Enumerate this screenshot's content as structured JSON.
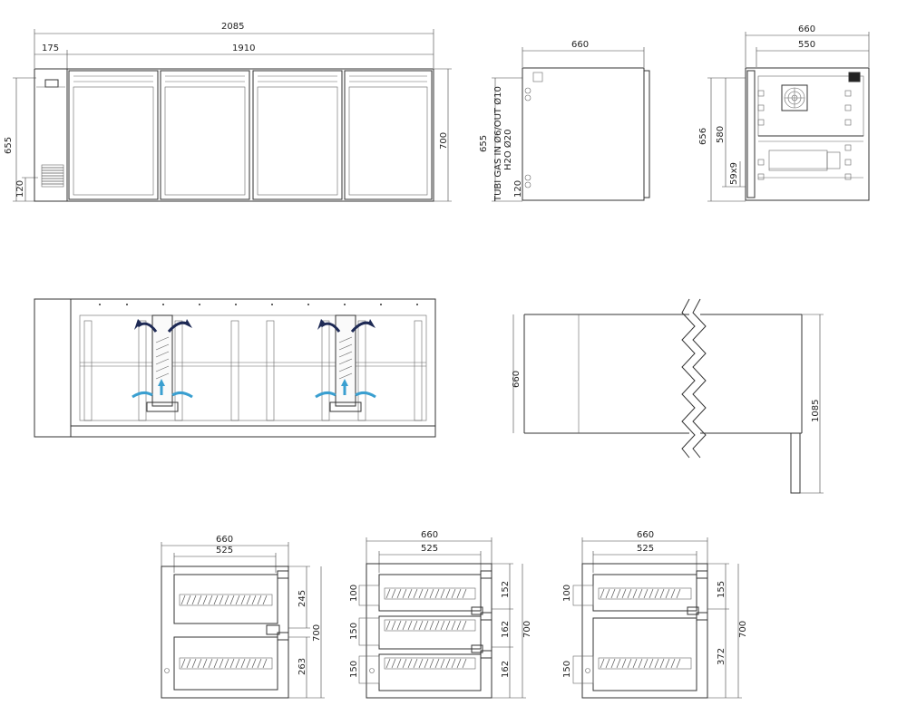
{
  "dims": {
    "front_total_width": "2085",
    "front_left_panel": "175",
    "front_door_section": "1910",
    "front_height_655": "655",
    "front_height_700": "700",
    "front_plinth": "120",
    "side_width": "660",
    "side_height": "655",
    "side_plinth": "120",
    "gas_note_line1": "TUBI GAS IN Ø6/OUT Ø10",
    "gas_note_line2": "H2O Ø20",
    "section_depth": "660",
    "section_inner": "550",
    "section_height": "656",
    "section_inner_height": "580",
    "section_vent": "59x9",
    "top_depth": "660",
    "top_length": "1085",
    "d1_width": "660",
    "d1_inner": "525",
    "d1_h_top": "245",
    "d1_h_bottom": "263",
    "d1_total": "700",
    "d2_width": "660",
    "d2_inner": "525",
    "d2_left_1": "100",
    "d2_left_2": "150",
    "d2_left_3": "150",
    "d2_right_1": "152",
    "d2_right_2": "162",
    "d2_right_3": "162",
    "d2_total": "700",
    "d3_width": "660",
    "d3_inner": "525",
    "d3_left_1": "100",
    "d3_left_2": "150",
    "d3_right_1": "155",
    "d3_right_2": "372",
    "d3_total": "700"
  },
  "colors": {
    "line": "#333333",
    "airflow_out": "#1e2a55",
    "airflow_in": "#3a9fd0"
  }
}
